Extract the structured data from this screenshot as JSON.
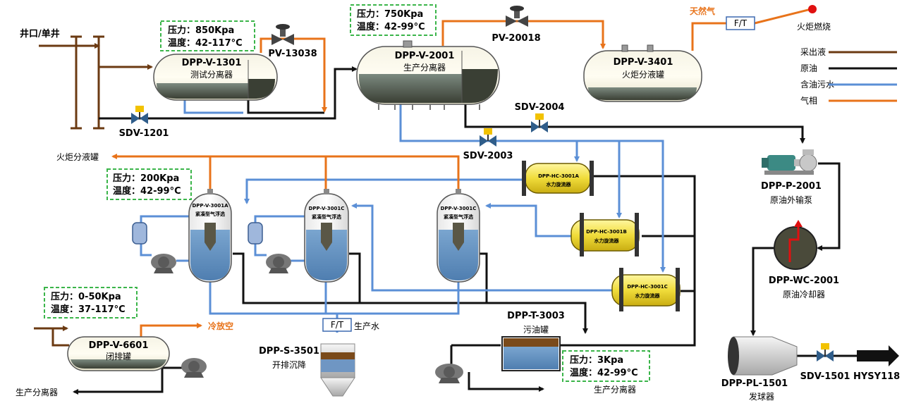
{
  "colors": {
    "produced": "#6b3a12",
    "crude": "#111111",
    "oily_water": "#5b8fd6",
    "gas": "#e8731a",
    "box_border": "#3bb54a",
    "valve_actuator": "#f2c200",
    "flare_dot": "#e01010"
  },
  "inlet": {
    "label": "井口/单井"
  },
  "boxes": {
    "v1301": {
      "line1": "压力：850Kpa",
      "line2": "温度：42-117°C"
    },
    "v2001": {
      "line1": "压力：750Kpa",
      "line2": "温度：42-99°C"
    },
    "floats": {
      "line1": "压力：200Kpa",
      "line2": "温度：42-99°C"
    },
    "v6601": {
      "line1": "压力：0-50Kpa",
      "line2": "温度：37-117°C"
    },
    "t3003": {
      "line1": "压力：3Kpa",
      "line2": "温度：42-99°C"
    }
  },
  "equipment": {
    "v1301": {
      "tag": "DPP-V-1301",
      "name": "测试分离器"
    },
    "v2001": {
      "tag": "DPP-V-2001",
      "name": "生产分离器"
    },
    "v3401": {
      "tag": "DPP-V-3401",
      "name": "火炬分液罐"
    },
    "v6601": {
      "tag": "DPP-V-6601",
      "name": "闭排罐"
    },
    "t3003": {
      "tag": "DPP-T-3003",
      "name": "污油罐"
    },
    "s3501": {
      "tag": "DPP-S-3501",
      "name": "开排沉降"
    },
    "p2001": {
      "tag": "DPP-P-2001",
      "name": "原油外输泵"
    },
    "wc2001": {
      "tag": "DPP-WC-2001",
      "name": "原油冷却器"
    },
    "pl1501": {
      "tag": "DPP-PL-1501",
      "name": "发球器"
    },
    "float_a": {
      "tag": "DPP-V-3001A",
      "name": "紧凑型气浮选"
    },
    "float_b": {
      "tag": "DPP-V-3001C",
      "name": "紧凑型气浮选"
    },
    "float_c": {
      "tag": "DPP-V-3001C",
      "name": "紧凑型气浮选"
    },
    "hc_a": {
      "tag": "DPP-HC-3001A",
      "name": "水力旋流器"
    },
    "hc_b": {
      "tag": "DPP-HC-3001B",
      "name": "水力旋流器"
    },
    "hc_c": {
      "tag": "DPP-HC-3001C",
      "name": "水力旋流器"
    }
  },
  "valves": {
    "pv13038": "PV-13038",
    "pv20018": "PV-20018",
    "sdv1201": "SDV-1201",
    "sdv2004": "SDV-2004",
    "sdv2003": "SDV-2003",
    "sdv1501": "SDV-1501"
  },
  "labels": {
    "natural_gas": "天然气",
    "flare": "火炬燃烧",
    "ft_top": "F/T",
    "ft_bottom": "F/T",
    "produced_water": "生产水",
    "flare_drum_dest": "火炬分液罐",
    "cold_vent": "冷放空",
    "to_sep_1": "生产分离器",
    "to_sep_2": "生产分离器",
    "hysy": "HYSY118"
  },
  "legend": [
    {
      "label": "采出液",
      "color": "#6b3a12"
    },
    {
      "label": "原油",
      "color": "#111111"
    },
    {
      "label": "含油污水",
      "color": "#5b8fd6"
    },
    {
      "label": "气相",
      "color": "#e8731a"
    }
  ]
}
